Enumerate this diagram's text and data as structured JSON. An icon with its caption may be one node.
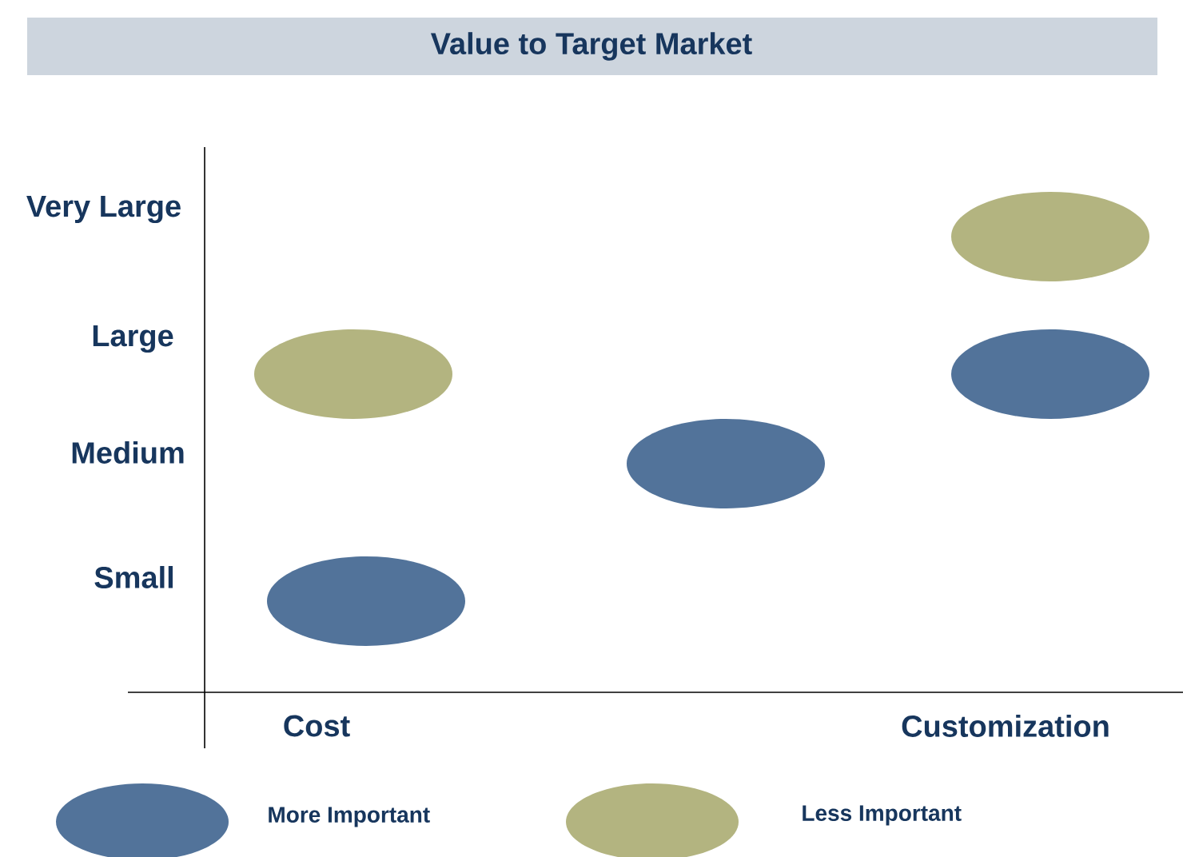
{
  "diagram": {
    "title": "Value to Target Market",
    "nodes": [
      {
        "text": [],
        "shape": "ellipse"
      },
      {
        "text": [],
        "shape": "ellipse"
      },
      {
        "text": [],
        "shape": "ellipse"
      },
      {
        "text": [],
        "shape": "ellipse"
      },
      {
        "text": [],
        "shape": "ellipse"
      }
    ],
    "labels": [
      "Very Large",
      "Large",
      "Medium",
      "Small",
      "Cost",
      "Customization"
    ],
    "legend": [
      {
        "text": "More Important",
        "color": "#52739a"
      },
      {
        "text": "Less Important",
        "color": "#b3b480"
      }
    ]
  }
}
